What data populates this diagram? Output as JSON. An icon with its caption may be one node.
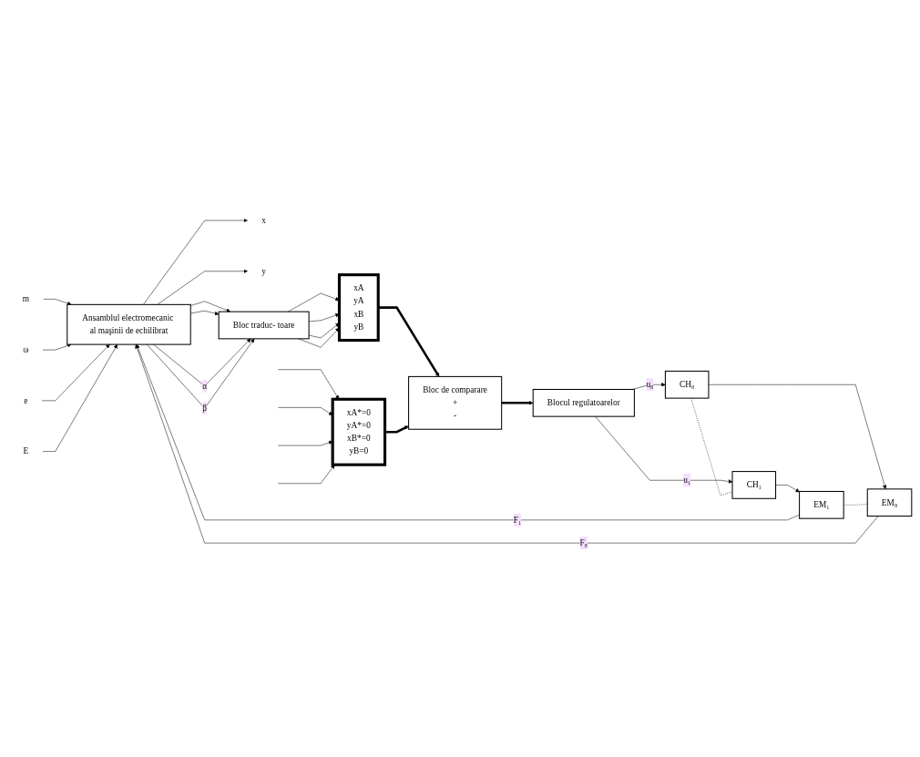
{
  "diagram": {
    "nodes": [
      {
        "text": [
          "m"
        ]
      },
      {
        "text": [
          "ω"
        ]
      },
      {
        "text": [
          "e"
        ]
      },
      {
        "text": [
          "E"
        ]
      },
      {
        "text": [
          "EM₁"
        ]
      },
      {
        "text": [
          "Ansamblul electromecanic al maşinii de echilibrat"
        ]
      },
      {
        "text": [
          "x"
        ]
      },
      {
        "text": [
          "y"
        ]
      },
      {
        "text": [
          "EM₈"
        ]
      },
      {
        "text": [
          "Bloc traduc- toare"
        ]
      },
      {
        "text": [
          "xA",
          "yA",
          "xB",
          "yB"
        ]
      },
      {
        "text": [
          "Bloc de comparare",
          "+",
          "-"
        ]
      },
      {
        "text": [
          "CH₈"
        ]
      },
      {
        "text": [
          "Blocul regulatoarelor"
        ]
      },
      {
        "text": [
          "xA*=0",
          "yA*=0",
          "xB*=0",
          "yB=0"
        ]
      },
      {
        "text": [
          "CH₁"
        ]
      }
    ],
    "edges": [
      {
        "from": 0,
        "to": 5,
        "arrow": "to"
      },
      {
        "from": 1,
        "to": 5,
        "arrow": "to"
      },
      {
        "from": 2,
        "to": 5,
        "arrow": "to"
      },
      {
        "from": 3,
        "to": 5,
        "arrow": "to"
      },
      {
        "from": 4,
        "to": 5,
        "arrow": "to",
        "label": "F₁"
      },
      {
        "from": 8,
        "to": 5,
        "arrow": "to",
        "label": "F₈"
      },
      {
        "from": 5,
        "to": 6,
        "arrow": "to"
      },
      {
        "from": 5,
        "to": 7,
        "arrow": "to"
      },
      {
        "from": 5,
        "to": 9,
        "arrow": "to"
      },
      {
        "from": 5,
        "to": 9,
        "arrow": "to"
      },
      {
        "from": 5,
        "to": 9,
        "arrow": "to",
        "label": "α"
      },
      {
        "from": 5,
        "to": 9,
        "arrow": "to",
        "label": "β"
      },
      {
        "from": 9,
        "to": 10,
        "arrow": "to"
      },
      {
        "from": 9,
        "to": 10,
        "arrow": "to"
      },
      {
        "from": 9,
        "to": 10,
        "arrow": "to"
      },
      {
        "from": 9,
        "to": 10,
        "arrow": "to"
      },
      {
        "from": 10,
        "to": 11,
        "arrow": "to",
        "style": "thick"
      },
      {
        "from": 14,
        "to": 11,
        "arrow": "to",
        "style": "thick"
      },
      {
        "from": 11,
        "to": 13,
        "arrow": "to",
        "style": "thick"
      },
      {
        "from": 13,
        "to": 12,
        "arrow": "to",
        "label": "u₈"
      },
      {
        "from": 13,
        "to": 15,
        "arrow": "to",
        "label": "u₁"
      },
      {
        "from": 12,
        "to": 8,
        "arrow": "to"
      },
      {
        "from": 15,
        "to": 4,
        "arrow": "to"
      },
      {
        "from": 4,
        "to": 8,
        "arrow": "none",
        "style": "dashed"
      },
      {
        "from": 12,
        "to": 15,
        "arrow": "none",
        "style": "dashed"
      },
      {
        "from": null,
        "to": 14,
        "arrow": "to"
      },
      {
        "from": null,
        "to": 14,
        "arrow": "to"
      },
      {
        "from": null,
        "to": 14,
        "arrow": "to"
      },
      {
        "from": null,
        "to": 14,
        "arrow": "to"
      }
    ]
  }
}
